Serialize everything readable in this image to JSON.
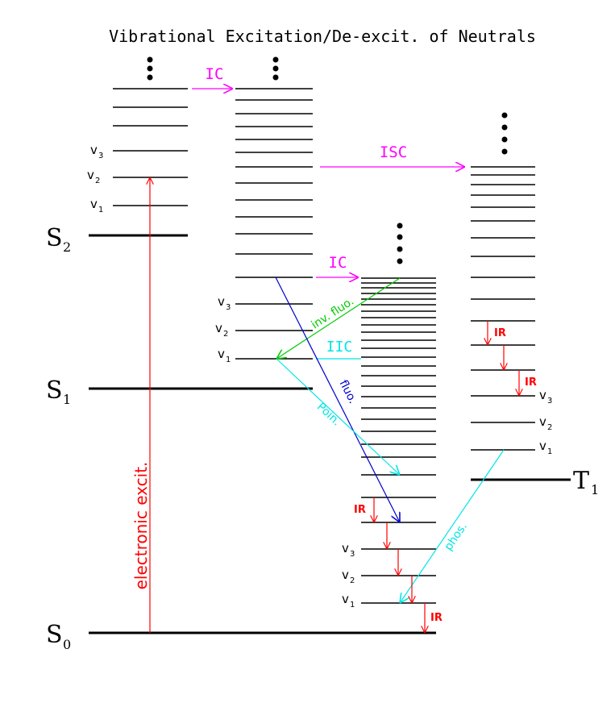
{
  "title": "Vibrational Excitation/De-excit. of Neutrals",
  "colors": {
    "black": "#000000",
    "red": "#ff0000",
    "magenta": "#ff00ff",
    "green": "#00cc00",
    "blue": "#0000cc",
    "cyan": "#00e5e5"
  },
  "states": {
    "s0": {
      "letter": "S",
      "sub": "0"
    },
    "s1": {
      "letter": "S",
      "sub": "1"
    },
    "s2": {
      "letter": "S",
      "sub": "2"
    },
    "t1": {
      "letter": "T",
      "sub": "1"
    }
  },
  "vib_labels": {
    "v1": {
      "letter": "v",
      "sub": "1"
    },
    "v2": {
      "letter": "v",
      "sub": "2"
    },
    "v3": {
      "letter": "v",
      "sub": "3"
    }
  },
  "transitions": {
    "electronic": "electronic excit.",
    "ic": "IC",
    "isc": "ISC",
    "inv_fluo": "inv. fluo.",
    "iic": "IIC",
    "fluo": "fluo.",
    "poin": "Poin.",
    "phos": "phos.",
    "ir": "IR"
  }
}
